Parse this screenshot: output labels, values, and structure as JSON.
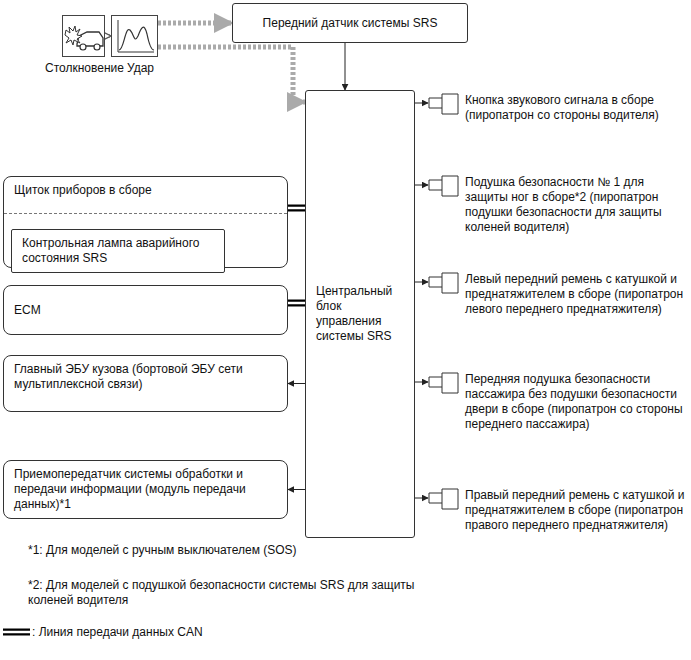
{
  "diagram": {
    "nodes": [
      {
        "text": [
          "Столкновение"
        ]
      },
      {
        "text": [
          "Удар"
        ]
      },
      {
        "text": [
          "Передний датчик системы SRS"
        ]
      },
      {
        "text": [
          "Щиток приборов в сборе"
        ]
      },
      {
        "text": [
          "Контрольная лампа аварийного состояния SRS"
        ],
        "in": 3
      },
      {
        "text": [
          "ECM"
        ]
      },
      {
        "text": [
          "Главный ЭБУ кузова (бортовой ЭБУ сети мультиплексной связи)"
        ]
      },
      {
        "text": [
          "Приемопередатчик системы обработки и передачи информации (модуль передачи данных)*1"
        ]
      },
      {
        "text": [
          "Центральный блок управления системы SRS"
        ]
      },
      {
        "text": [
          "Кнопка звукового сигнала в сборе (пиропатрон со стороны водителя)"
        ]
      },
      {
        "text": [
          "Подушка безопасности № 1 для защиты ног в сборе*2 (пиропатрон подушки безопасности для защиты коленей водителя)"
        ]
      },
      {
        "text": [
          "Левый передний ремень с катушкой и преднатяжителем в сборе (пиропатрон левого переднего преднатяжителя)"
        ]
      },
      {
        "text": [
          "Передняя подушка безопасности пассажира без подушки безопасности двери в сборе (пиропатрон со стороны переднего пассажира)"
        ]
      },
      {
        "text": [
          "Правый передний ремень с катушкой и преднатяжителем в сборе (пиропатрон правого переднего преднатяжителя)"
        ]
      }
    ],
    "edges": [
      {
        "from": 0,
        "to": 1,
        "arrow": "to"
      },
      {
        "from": 1,
        "to": 2,
        "arrow": "to"
      },
      {
        "from": 1,
        "to": 8,
        "arrow": "to"
      },
      {
        "from": 2,
        "to": 8,
        "arrow": "to"
      },
      {
        "from": 3,
        "to": 8,
        "arrow": "none"
      },
      {
        "from": 5,
        "to": 8,
        "arrow": "none"
      },
      {
        "from": 8,
        "to": 6,
        "arrow": "to"
      },
      {
        "from": 8,
        "to": 7,
        "arrow": "to"
      },
      {
        "from": 8,
        "to": 9,
        "arrow": "to"
      },
      {
        "from": 8,
        "to": 10,
        "arrow": "to"
      },
      {
        "from": 8,
        "to": 11,
        "arrow": "to"
      },
      {
        "from": 8,
        "to": 12,
        "arrow": "to"
      },
      {
        "from": 8,
        "to": 13,
        "arrow": "to"
      }
    ],
    "labels": [
      "*1: Для моделей с ручным выключателем (SOS)",
      "*2: Для моделей с подушкой безопасности системы SRS для защиты коленей водителя"
    ],
    "legend": [
      {
        "text": ": Линия передачи данных CAN"
      }
    ]
  }
}
